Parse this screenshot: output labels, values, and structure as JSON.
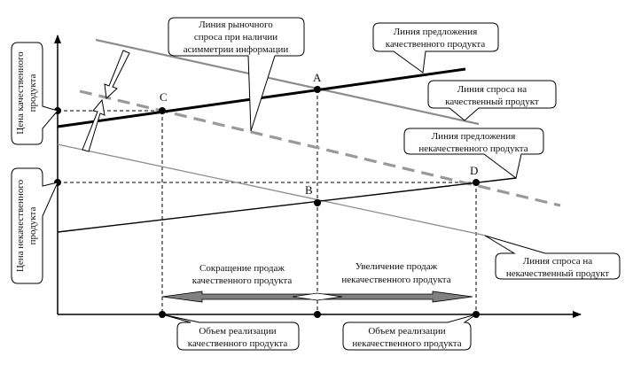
{
  "diagram": {
    "points": {
      "A": "A",
      "B": "B",
      "C": "C",
      "D": "D"
    },
    "callouts": {
      "asymmetric_demand": [
        "Линия рыночного",
        "спроса при наличии",
        "асимметрии информации"
      ],
      "quality_supply": [
        "Линия предложения",
        "качественного продукта"
      ],
      "quality_demand": [
        "Линия спроса на",
        "качественный продукт"
      ],
      "lowquality_supply": [
        "Линия предложения",
        "некачественного продукта"
      ],
      "lowquality_demand": [
        "Линия спроса на",
        "некачественный продукт"
      ],
      "quality_price": [
        "Цена качественного",
        "продукта"
      ],
      "lowquality_price": [
        "Цена некачественного",
        "продукта"
      ],
      "quality_volume": [
        "Объем реализации",
        "качественного продукта"
      ],
      "lowquality_volume": [
        "Объем реализации",
        "некачественного продукта"
      ]
    },
    "arrows": {
      "quality_decrease": [
        "Сокращение продаж",
        "качественного продукта"
      ],
      "lowquality_increase": [
        "Увеличение продаж",
        "некачественного продукта"
      ]
    },
    "colors": {
      "black_line": "#000000",
      "gray_line": "#8c8c8c",
      "dashed_gray": "#999999",
      "arrow_fill": "#808080"
    }
  }
}
